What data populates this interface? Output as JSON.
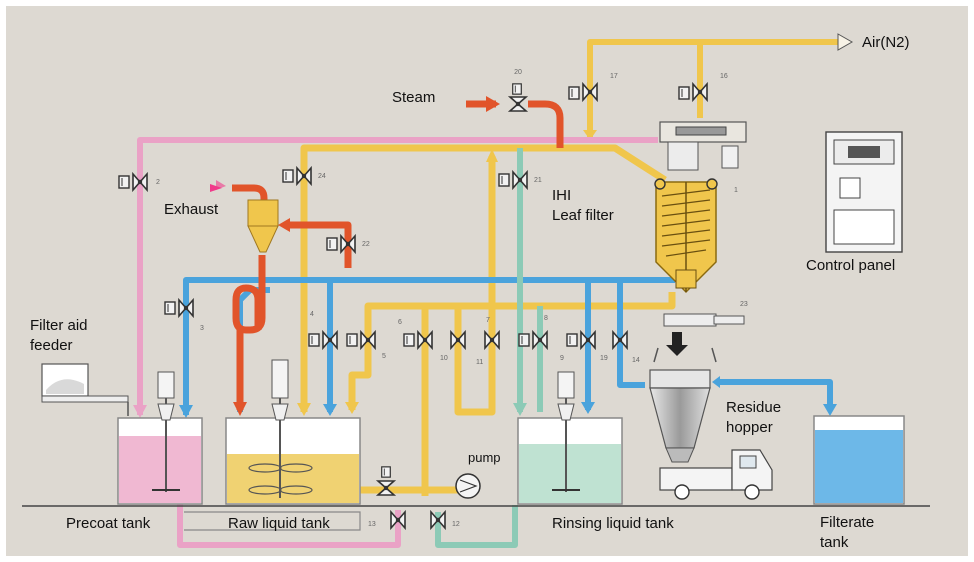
{
  "labels": {
    "air": "Air(N2)",
    "steam": "Steam",
    "exhaust": "Exhaust",
    "filter_line1": "IHI",
    "filter_line2": "Leaf filter",
    "control_panel": "Control panel",
    "filter_aid_line1": "Filter aid",
    "filter_aid_line2": "feeder",
    "pump": "pump",
    "residue_line1": "Residue",
    "residue_line2": "hopper",
    "precoat_tank": "Precoat tank",
    "raw_liquid_tank": "Raw liquid tank",
    "rinsing_liquid_tank": "Rinsing liquid tank",
    "filterate_line1": "Filterate",
    "filterate_line2": "tank"
  },
  "valve_numbers": {
    "v_steam": "20",
    "v_air1": "17",
    "v_air2": "16",
    "v_pink": "2",
    "v_yellow_top": "24",
    "v_exhaust": "22",
    "v_green_top": "21",
    "v_blue_left": "3",
    "v_to_raw_blue": "4",
    "v_to_raw_y": "5",
    "v_mid1": "6",
    "v_mid2": "10",
    "v_mid3": "7",
    "v_mid4": "11",
    "v_rinse": "8",
    "v_rinse_blue": "9",
    "v_filtrate": "19",
    "v_filter_out": "14",
    "v_outlet": "23",
    "v_raw_out": "1",
    "v_bottom1": "13",
    "v_bottom2": "12"
  },
  "colors": {
    "background": "#ddd9d2",
    "pink_line": "#eaa2c6",
    "yellow_line": "#f0c64c",
    "blue_line": "#4aa3dc",
    "green_line": "#8ccab6",
    "steam_line": "#e1542a",
    "pink_liquid": "#f0b8d2",
    "yellow_liquid": "#f0d272",
    "green_liquid": "#bfe2d2",
    "blue_liquid": "#6db8e8"
  }
}
